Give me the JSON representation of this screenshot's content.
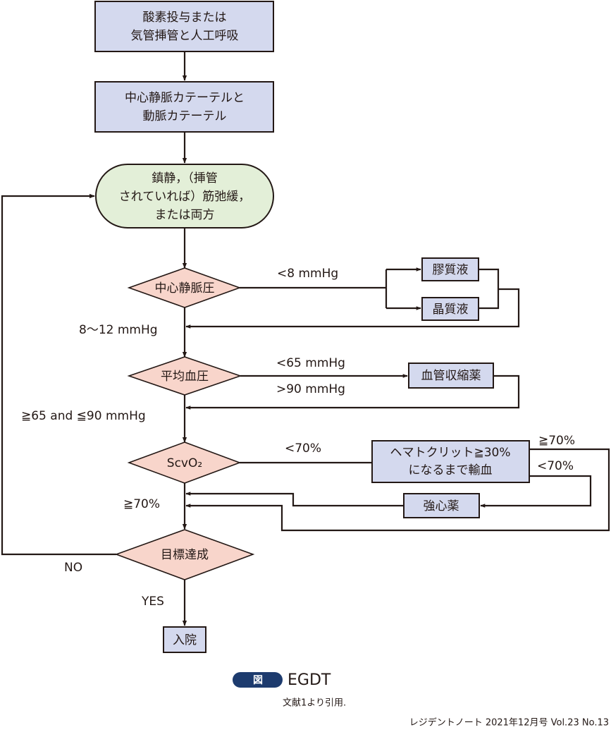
{
  "nodes": {
    "oxygen": {
      "lines": [
        "酸素投与または",
        "気管挿管と人工呼吸"
      ]
    },
    "catheter": {
      "lines": [
        "中心静脈カテーテルと",
        "動脈カテーテル"
      ]
    },
    "sedation": {
      "lines": [
        "鎮静，（挿管",
        "されていれば）筋弛緩，",
        "または両方"
      ]
    },
    "cvp": {
      "label": "中心静脈圧"
    },
    "colloid": {
      "label": "膠質液"
    },
    "crystalloid": {
      "label": "晶質液"
    },
    "map": {
      "label": "平均血圧"
    },
    "vasoactive": {
      "label": "血管収縮薬"
    },
    "scvo2": {
      "label": "ScvO₂"
    },
    "transfusion": {
      "lines": [
        "ヘマトクリット≧30%",
        "になるまで輸血"
      ]
    },
    "inotrope": {
      "label": "強心薬"
    },
    "goal": {
      "label": "目標達成"
    },
    "admit": {
      "label": "入院"
    }
  },
  "edge_labels": {
    "cvp_low": "<8 mmHg",
    "cvp_ok": "8〜12 mmHg",
    "map_low": "<65 mmHg",
    "map_high": ">90 mmHg",
    "map_ok": "≧65 and ≦90 mmHg",
    "scvo2_low": "<70%",
    "scvo2_ok": "≧70%",
    "transfusion_ok": "≧70%",
    "transfusion_low": "<70%",
    "goal_no": "NO",
    "goal_yes": "YES"
  },
  "caption": {
    "badge": "図",
    "title": "EGDT",
    "note": "文献1より引用.",
    "source": "レジデントノート 2021年12月号 Vol.23 No.13"
  },
  "colors": {
    "process_box": "#d4d9ee",
    "start_box": "#e3efd8",
    "decision": "#f8d5cb",
    "badge": "#1d3b6e",
    "line": "#231815"
  }
}
